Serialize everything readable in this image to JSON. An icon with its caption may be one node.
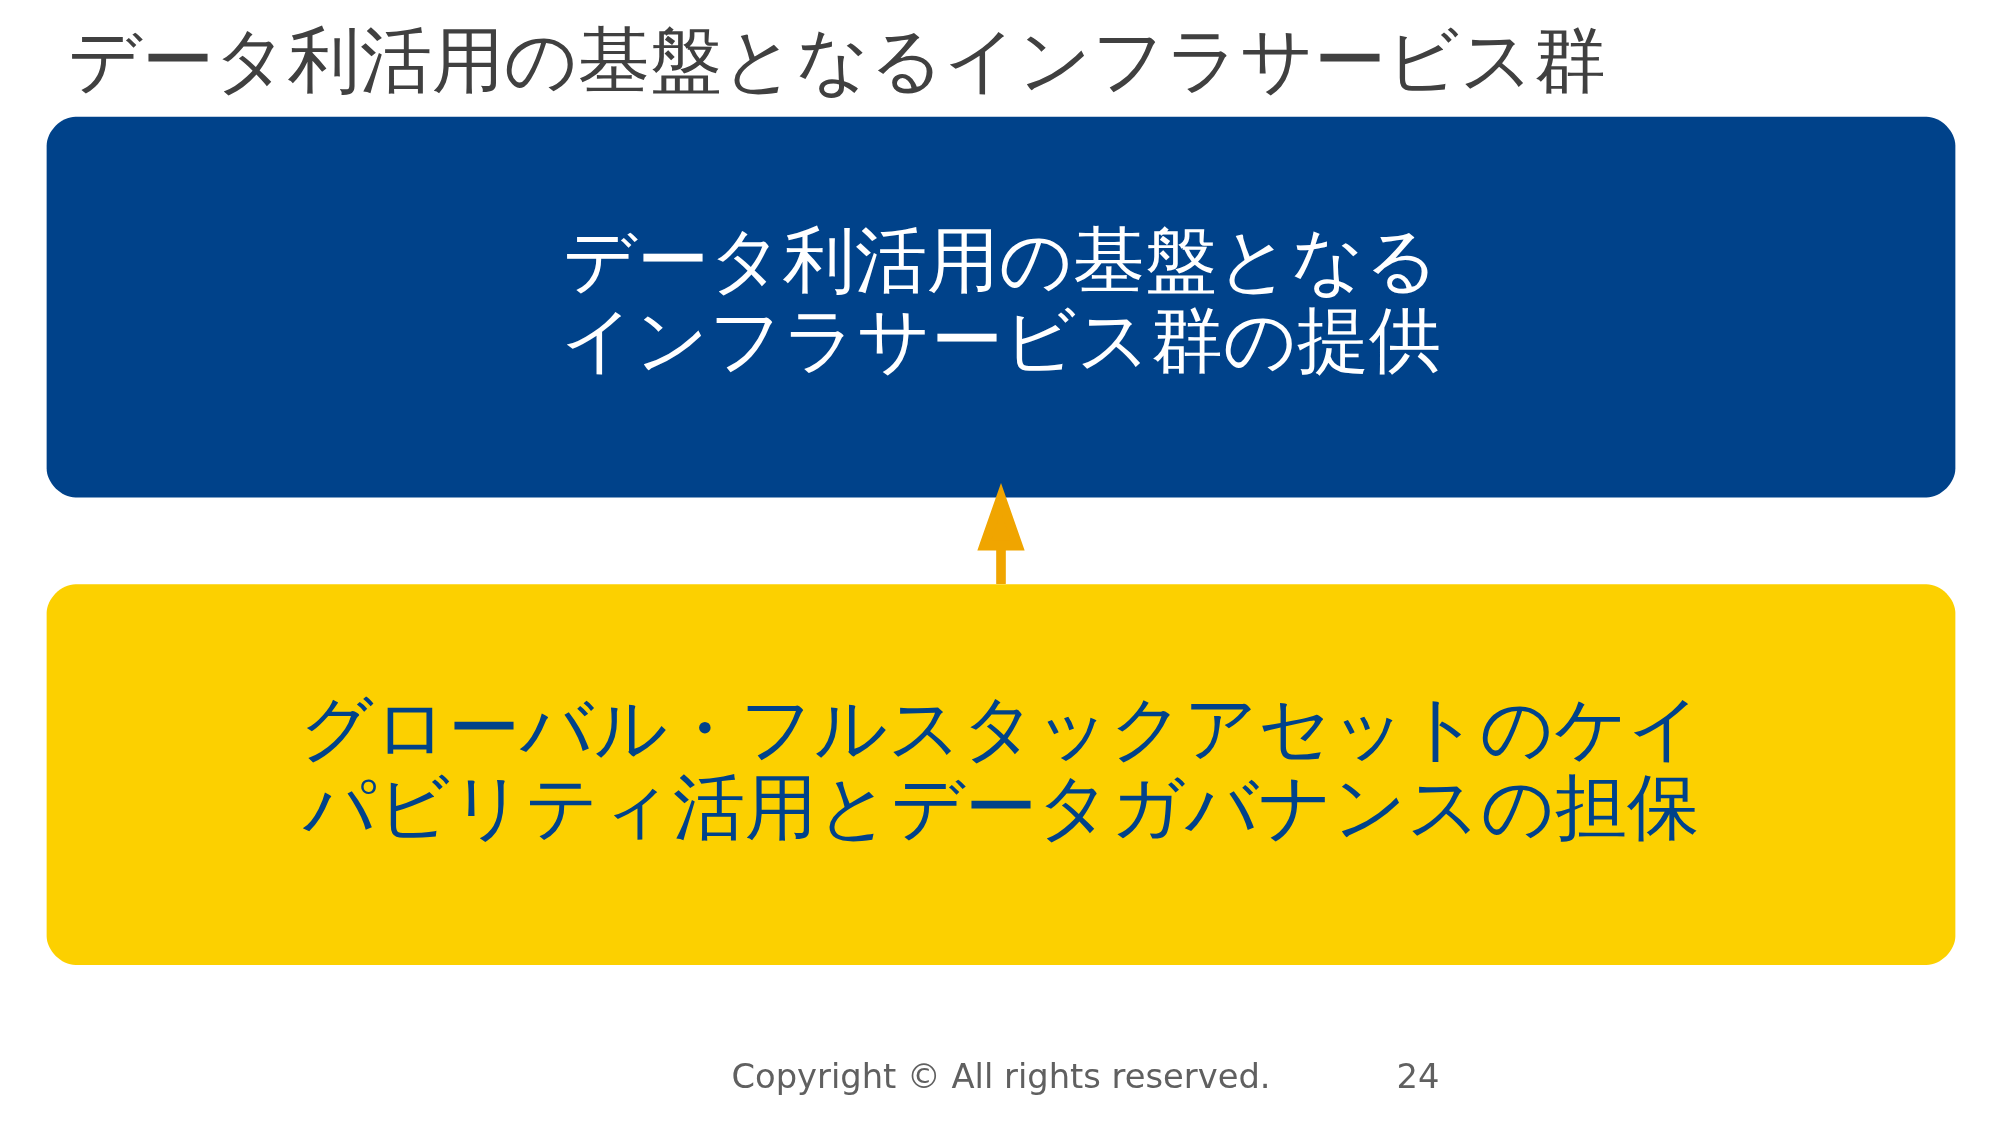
{
  "diagram": {
    "title": "データ利活用の基盤となるインフラサービス群",
    "nodes": [
      {
        "text": [
          "データ利活用の基盤となるインフラサービス群の提供"
        ]
      },
      {
        "text": [
          "グローバル・フルスタックアセットのケイパビリティ活用とデータガバナンスの担保"
        ]
      }
    ],
    "edges": [
      {
        "from": 1,
        "to": 0,
        "arrow": "to"
      }
    ],
    "labels": [
      "Copyright © All rights reserved.",
      "24"
    ]
  }
}
